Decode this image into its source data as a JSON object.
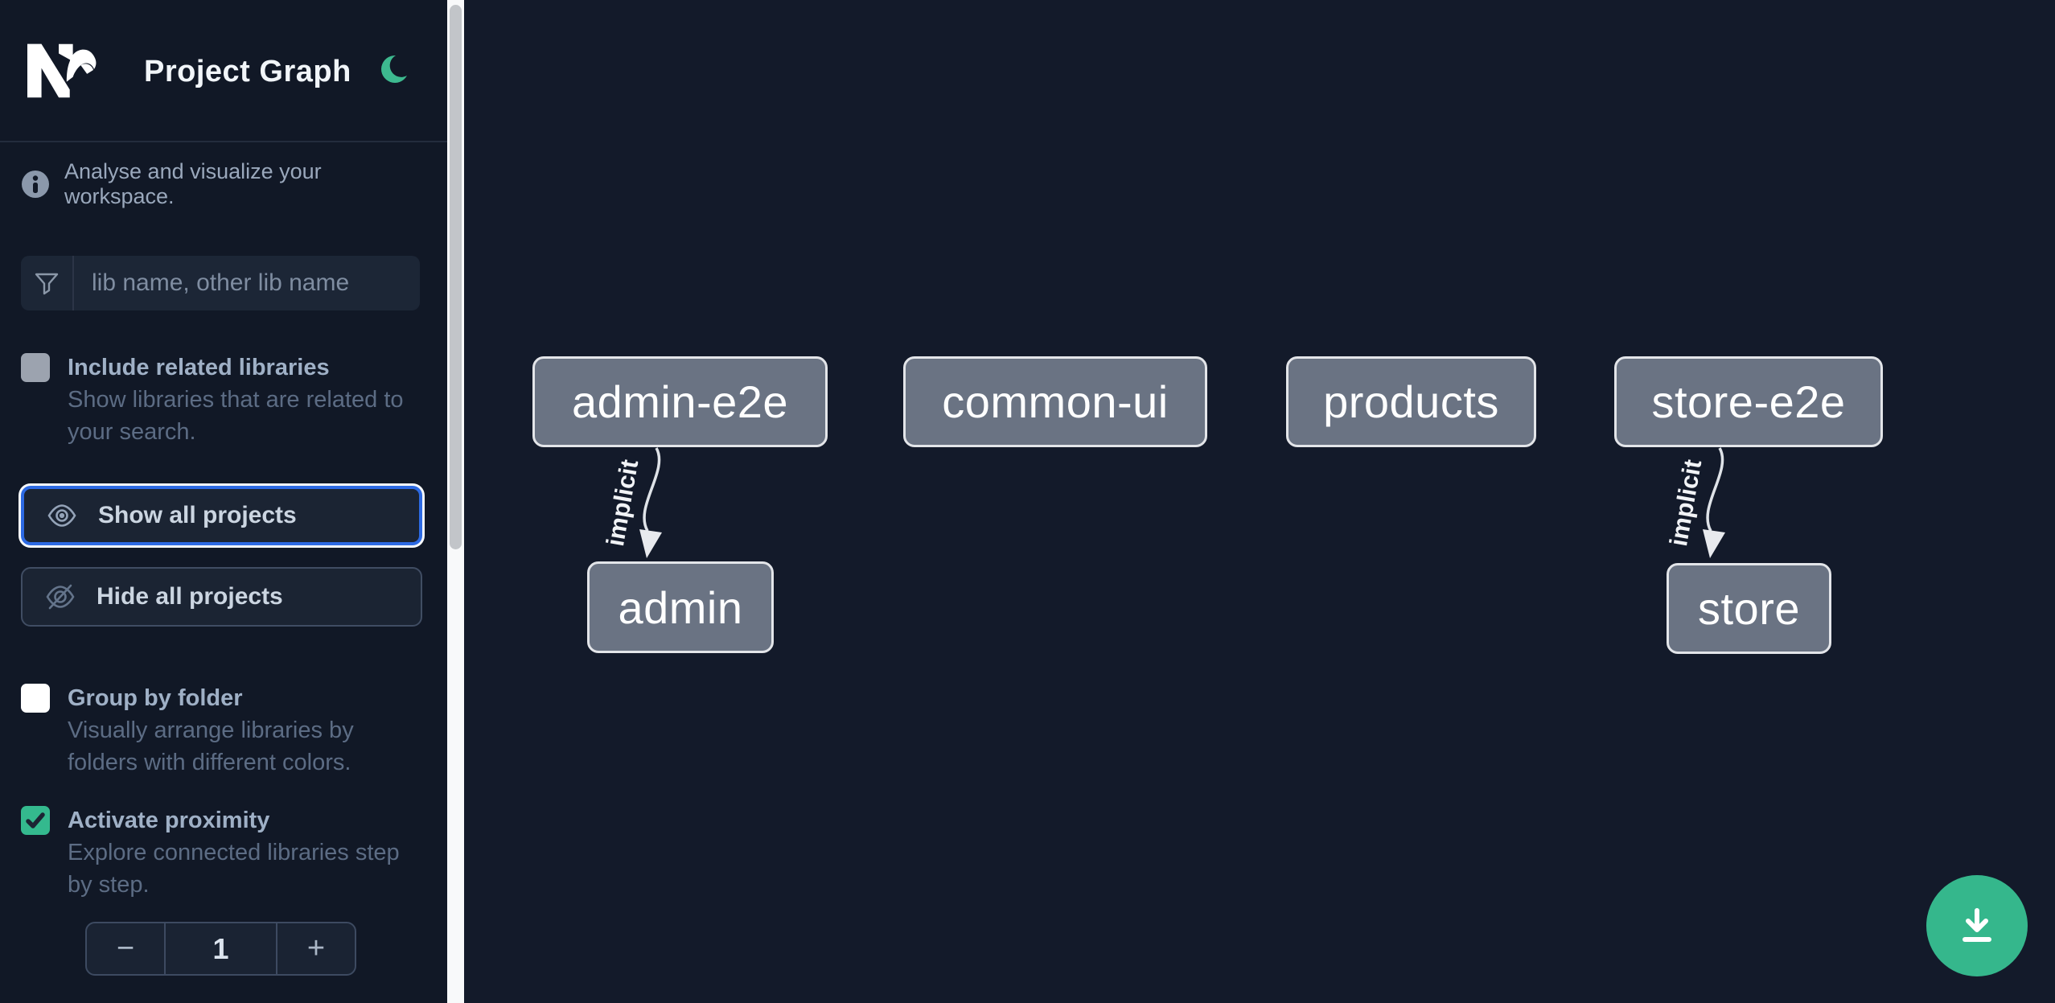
{
  "app": {
    "title": "Project Graph"
  },
  "header": {
    "logo": "nx-logo",
    "theme_toggle_icon": "moon-icon"
  },
  "sidebar": {
    "tagline": "Analyse and visualize your workspace.",
    "search": {
      "placeholder": "lib name, other lib name",
      "icon": "filter-funnel-icon",
      "value": ""
    },
    "checks": [
      {
        "label": "Include related libraries",
        "description": "Show libraries that are related to your search.",
        "checked": false
      },
      {
        "label": "Group by folder",
        "description": "Visually arrange libraries by folders with different colors.",
        "checked": false
      },
      {
        "label": "Activate proximity",
        "description": "Explore connected libraries step by step.",
        "checked": true
      }
    ],
    "buttons": [
      {
        "label": "Show all projects",
        "icon": "eye-icon",
        "focused": true
      },
      {
        "label": "Hide all projects",
        "icon": "eye-off-icon",
        "focused": false
      }
    ],
    "stepper": {
      "decrement": "−",
      "value": "1",
      "increment": "+"
    }
  },
  "graph": {
    "nodes": [
      {
        "label": "admin-e2e"
      },
      {
        "label": "common-ui"
      },
      {
        "label": "products"
      },
      {
        "label": "store-e2e"
      },
      {
        "label": "admin"
      },
      {
        "label": "store"
      }
    ],
    "edges": [
      {
        "source": "admin-e2e",
        "target": "admin",
        "label": "implicit"
      },
      {
        "source": "store-e2e",
        "target": "store",
        "label": "implicit"
      }
    ]
  },
  "fab": {
    "icon": "download-icon"
  },
  "colors": {
    "accent_green": "#34b98e",
    "focus_blue": "#2d6ae3",
    "node_fill": "#6a7383",
    "node_border": "#e3e5e9",
    "sidebar_bg": "#111826",
    "canvas_bg": "#131a2a",
    "scrollbar_track": "#f8f9fa"
  }
}
